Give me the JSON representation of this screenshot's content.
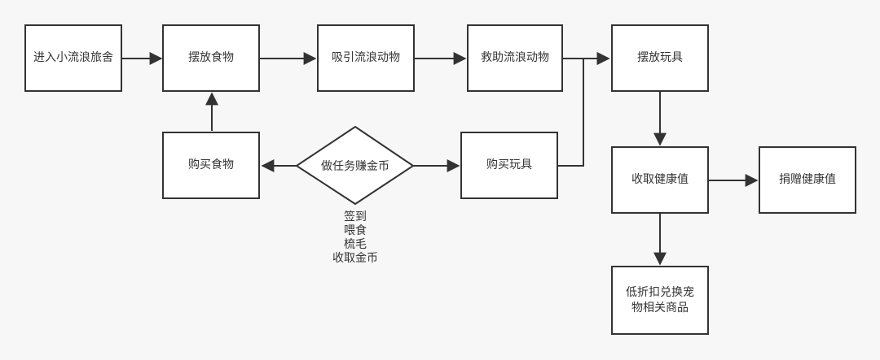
{
  "nodes": {
    "enter_hostel": "进入小流浪旅舍",
    "place_food": "摆放食物",
    "attract_animals": "吸引流浪动物",
    "rescue_animals": "救助流浪动物",
    "place_toys": "摆放玩具",
    "buy_food": "购买食物",
    "do_tasks": "做任务赚金币",
    "buy_toys": "购买玩具",
    "collect_health": "收取健康值",
    "donate_health": "捐赠健康值",
    "discount_exchange": "低折扣兑换宠物相关商品"
  },
  "task_annotations": [
    "签到",
    "喂食",
    "梳毛",
    "收取金币"
  ],
  "colors": {
    "stroke": "#333333",
    "node_fill": "#ffffff",
    "background": "#f7f7f7"
  }
}
